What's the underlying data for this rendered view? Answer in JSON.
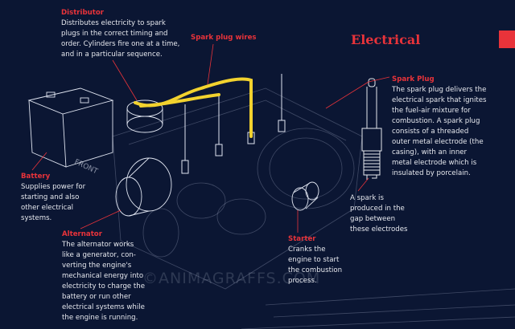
{
  "section_title": "Electrical",
  "watermark": "©ANIMAGRAFFS.COM",
  "colors": {
    "background": "#0b1633",
    "accent": "#e8333a",
    "wires": "#f2d22e"
  },
  "labels": {
    "distributor": {
      "title": "Distributor",
      "text": "Distributes electricity to spark\nplugs in the correct timing and\norder. Cylinders fire one at a time,\nand in a particular sequence."
    },
    "spark_plug_wires": {
      "title": "Spark plug wires"
    },
    "spark_plug": {
      "title": "Spark Plug",
      "text": "The spark plug delivers the\nelectrical spark that ignites\nthe fuel-air mixture for\ncombustion. A spark plug\nconsists of a threaded\nouter metal electrode (the\ncasing), with an inner\nmetal electrode which is\ninsulated by porcelain."
    },
    "spark_gap": {
      "text": "A spark is\nproduced in the\ngap between\nthese electrodes"
    },
    "battery": {
      "title": "Battery",
      "text": "Supplies power for\nstarting and also\nother electrical\nsystems."
    },
    "alternator": {
      "title": "Alternator",
      "text": "The alternator works\nlike a generator, con-\nverting the engine's\nmechanical energy into\nelectricity to charge the\nbattery or run other\nelectrical systems while\nthe engine is running."
    },
    "starter": {
      "title": "Starter",
      "text": "Cranks the\nengine to start\nthe combustion\nprocess."
    },
    "front_marker": "FRONT"
  }
}
